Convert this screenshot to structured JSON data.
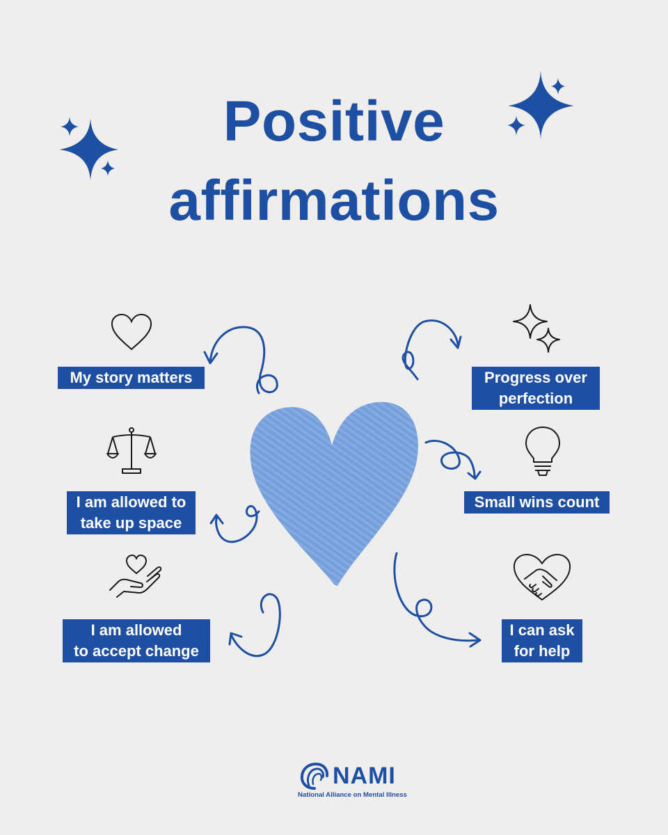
{
  "title": {
    "line1": "Positive",
    "line2": "affirmations"
  },
  "colors": {
    "background": "#efeeed",
    "accent": "#1e4fa2",
    "heart": "#7aa3dd",
    "icon": "#1a1a1a"
  },
  "affirmations": [
    {
      "icon": "heart-outline-icon",
      "lines": [
        "My story matters"
      ]
    },
    {
      "icon": "scales-of-justice-icon",
      "lines": [
        "I am allowed to",
        "take up space"
      ]
    },
    {
      "icon": "hand-holding-heart-icon",
      "lines": [
        "I am allowed",
        "to accept change"
      ]
    },
    {
      "icon": "sparkles-icon",
      "lines": [
        "Progress over",
        "perfection"
      ]
    },
    {
      "icon": "lightbulb-icon",
      "lines": [
        "Small wins count"
      ]
    },
    {
      "icon": "handshake-heart-icon",
      "lines": [
        "I can ask",
        "for help"
      ]
    }
  ],
  "logo": {
    "name": "NAMI",
    "tagline": "National Alliance on Mental Illness"
  }
}
